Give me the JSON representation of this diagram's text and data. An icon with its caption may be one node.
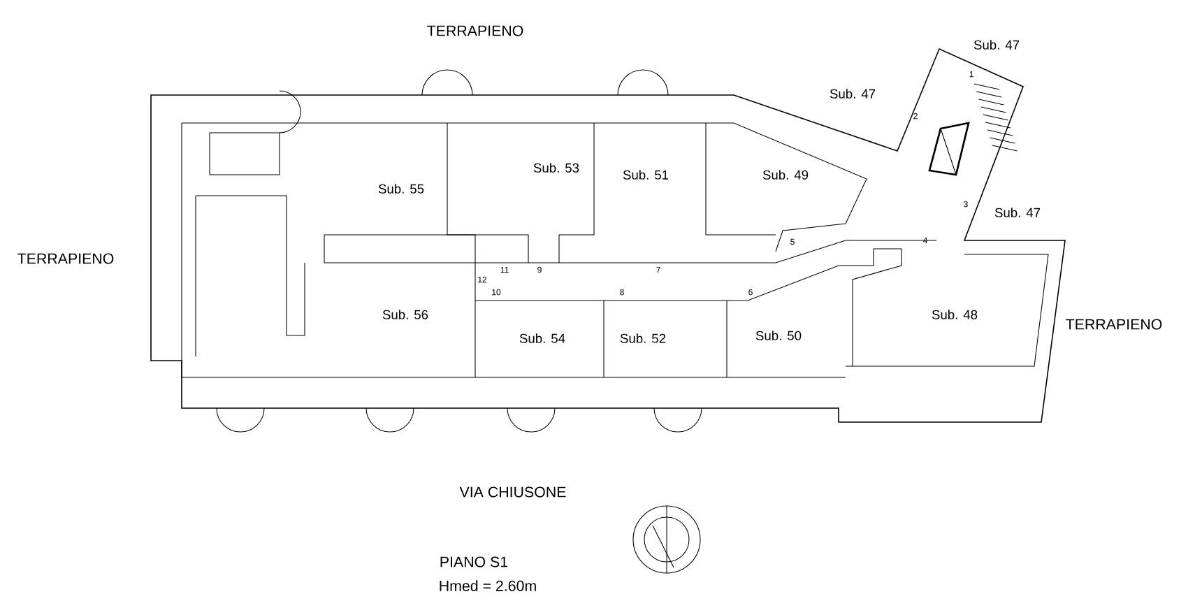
{
  "diagram": {
    "labels": [
      "TERRAPIENO",
      "Sub. 47",
      "1",
      "Sub. 47",
      "2",
      "Sub. 55",
      "Sub. 53",
      "Sub. 51",
      "Sub. 49",
      "3",
      "Sub. 47",
      "5",
      "4",
      "TERRAPIENO",
      "11",
      "9",
      "7",
      "12",
      "10",
      "8",
      "6",
      "Sub. 56",
      "Sub. 48",
      "Sub. 54",
      "Sub. 52",
      "Sub. 50",
      "TERRAPIENO",
      "VIA CHIUSONE",
      "PIANO S1",
      "Hmed = 2.60m"
    ]
  }
}
